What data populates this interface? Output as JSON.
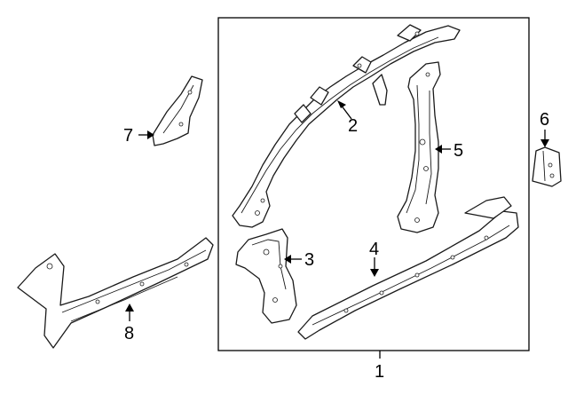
{
  "callouts": {
    "c1": "1",
    "c2": "2",
    "c3": "3",
    "c4": "4",
    "c5": "5",
    "c6": "6",
    "c7": "7",
    "c8": "8"
  },
  "colors": {
    "line": "#1a1a1a",
    "background": "#ffffff"
  }
}
